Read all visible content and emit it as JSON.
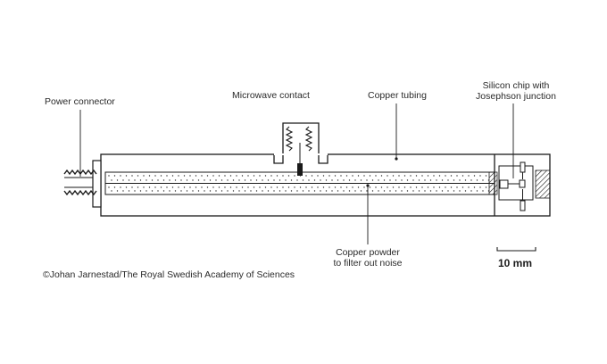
{
  "diagram": {
    "labels": {
      "power_connector": "Power connector",
      "microwave_contact": "Microwave contact",
      "copper_tubing": "Copper tubing",
      "silicon_chip_line1": "Silicon chip with",
      "silicon_chip_line2": "Josephson junction",
      "copper_powder_line1": "Copper powder",
      "copper_powder_line2": "to filter out noise"
    },
    "scale_bar": {
      "label": "10 mm"
    },
    "credit": "©Johan Jarnestad/The Royal Swedish Academy of Sciences"
  },
  "colors": {
    "stroke": "#1a1a1a",
    "fill": "#ffffff",
    "dots": "#333333"
  }
}
